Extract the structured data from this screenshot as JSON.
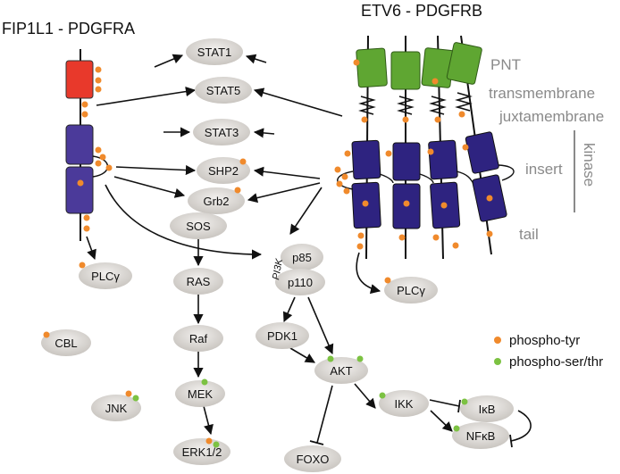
{
  "titles": {
    "left": "FIP1L1 - PDGFRA",
    "right": "ETV6 - PDGFRB"
  },
  "domain_labels": {
    "pnt": "PNT",
    "transmembrane": "transmembrane",
    "juxtamembrane": "juxtamembrane",
    "insert": "insert",
    "kinase": "kinase",
    "tail": "tail"
  },
  "pi3k_label": "PI3K",
  "nodes": {
    "stat1": "STAT1",
    "stat5": "STAT5",
    "stat3": "STAT3",
    "shp2": "SHP2",
    "grb2": "Grb2",
    "sos": "SOS",
    "ras": "RAS",
    "raf": "Raf",
    "mek": "MEK",
    "erk": "ERK1/2",
    "plcg_left": "PLCγ",
    "plcg_right": "PLCγ",
    "cbl": "CBL",
    "jnk": "JNK",
    "p85": "p85",
    "p110": "p110",
    "pdk1": "PDK1",
    "akt": "AKT",
    "foxo": "FOXO",
    "ikk": "IKK",
    "ikb": "IκB",
    "nfkb": "NFκB"
  },
  "legend": {
    "tyr": "phospho-tyr",
    "serthr": "phospho-ser/thr"
  },
  "colors": {
    "phospho_tyr": "#f08a2c",
    "phospho_serthr": "#7cc242",
    "fip1l1": "#e8392b",
    "kinase": "#3d2a8e",
    "kinase_light": "#5b47a8",
    "pnt": "#5fa632",
    "node_fill": "#d9d6d2",
    "gray_label": "#8a8a8a"
  }
}
